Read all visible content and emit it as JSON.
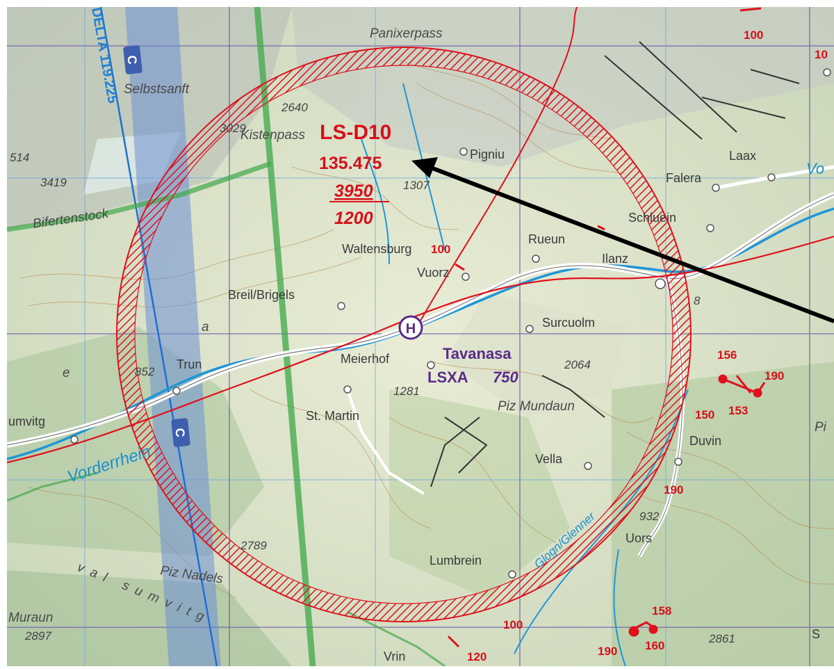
{
  "map": {
    "zone": {
      "id": "LS-D10",
      "frequency": "135.475",
      "upper": "3950",
      "lower": "1200"
    },
    "aerodrome": {
      "name": "Tavanasa",
      "code": "LSXA",
      "elevation": "750",
      "heli_symbol": "H"
    },
    "airway": {
      "label": "DELTA 119.225",
      "class_top": "C",
      "class_bottom": "C"
    },
    "places": {
      "panixerpass": "Panixerpass",
      "selbstsanft": "Selbstsanft",
      "kistenpass": "Kistenpass",
      "pigniu": "Pigniu",
      "laax": "Laax",
      "falera": "Falera",
      "schluein": "Schluein",
      "ilanz": "Ilanz",
      "rueun": "Rueun",
      "waltensburg": "Waltensburg",
      "vuorz": "Vuorz",
      "breil": "Breil/Brigels",
      "surcuolm": "Surcuolm",
      "meierhof": "Meierhof",
      "trun": "Trun",
      "st_martin": "St. Martin",
      "piz_mundaun": "Piz Mundaun",
      "vella": "Vella",
      "duvin": "Duvin",
      "uors": "Uors",
      "lumbrein": "Lumbrein",
      "vrin": "Vrin",
      "piz_nadels": "Piz Nadels",
      "muraun": "Muraun",
      "bifertenstock": "Bifertenstock",
      "sumvitg": "umvitg",
      "vo_fragment": "Vo",
      "pi_fragment": "Pi",
      "s_fragment": "S",
      "val_sumvitg": "val sumvitg",
      "a_letter": "a",
      "e_letter": "e"
    },
    "water": {
      "vorderrhein": "Vorderrhein",
      "glogn": "Glogn/Glenner"
    },
    "peaks": {
      "p2640": "2640",
      "p3029": "3029",
      "p3419": "3419",
      "p514": "514",
      "p1307": "1307",
      "p852": "852",
      "p1281": "1281",
      "p2064": "2064",
      "p932": "932",
      "p2789": "2789",
      "p2897": "2897",
      "p2861": "2861",
      "p8": "8"
    },
    "obstacles": {
      "o100_top": "100",
      "o100_wb": "100",
      "o156": "156",
      "o190_a": "190",
      "o150": "150",
      "o153": "153",
      "o190_b": "190",
      "o158": "158",
      "o190_c": "190",
      "o160": "160",
      "o100_bot": "100",
      "o120": "120",
      "o10_top": "10"
    },
    "colors": {
      "restricted_zone": "#e0101c",
      "airway_band": "#5a7fd0",
      "aerodrome": "#5a2a8a",
      "water": "#1a8fd0",
      "grid": "#6b4fa8"
    }
  }
}
